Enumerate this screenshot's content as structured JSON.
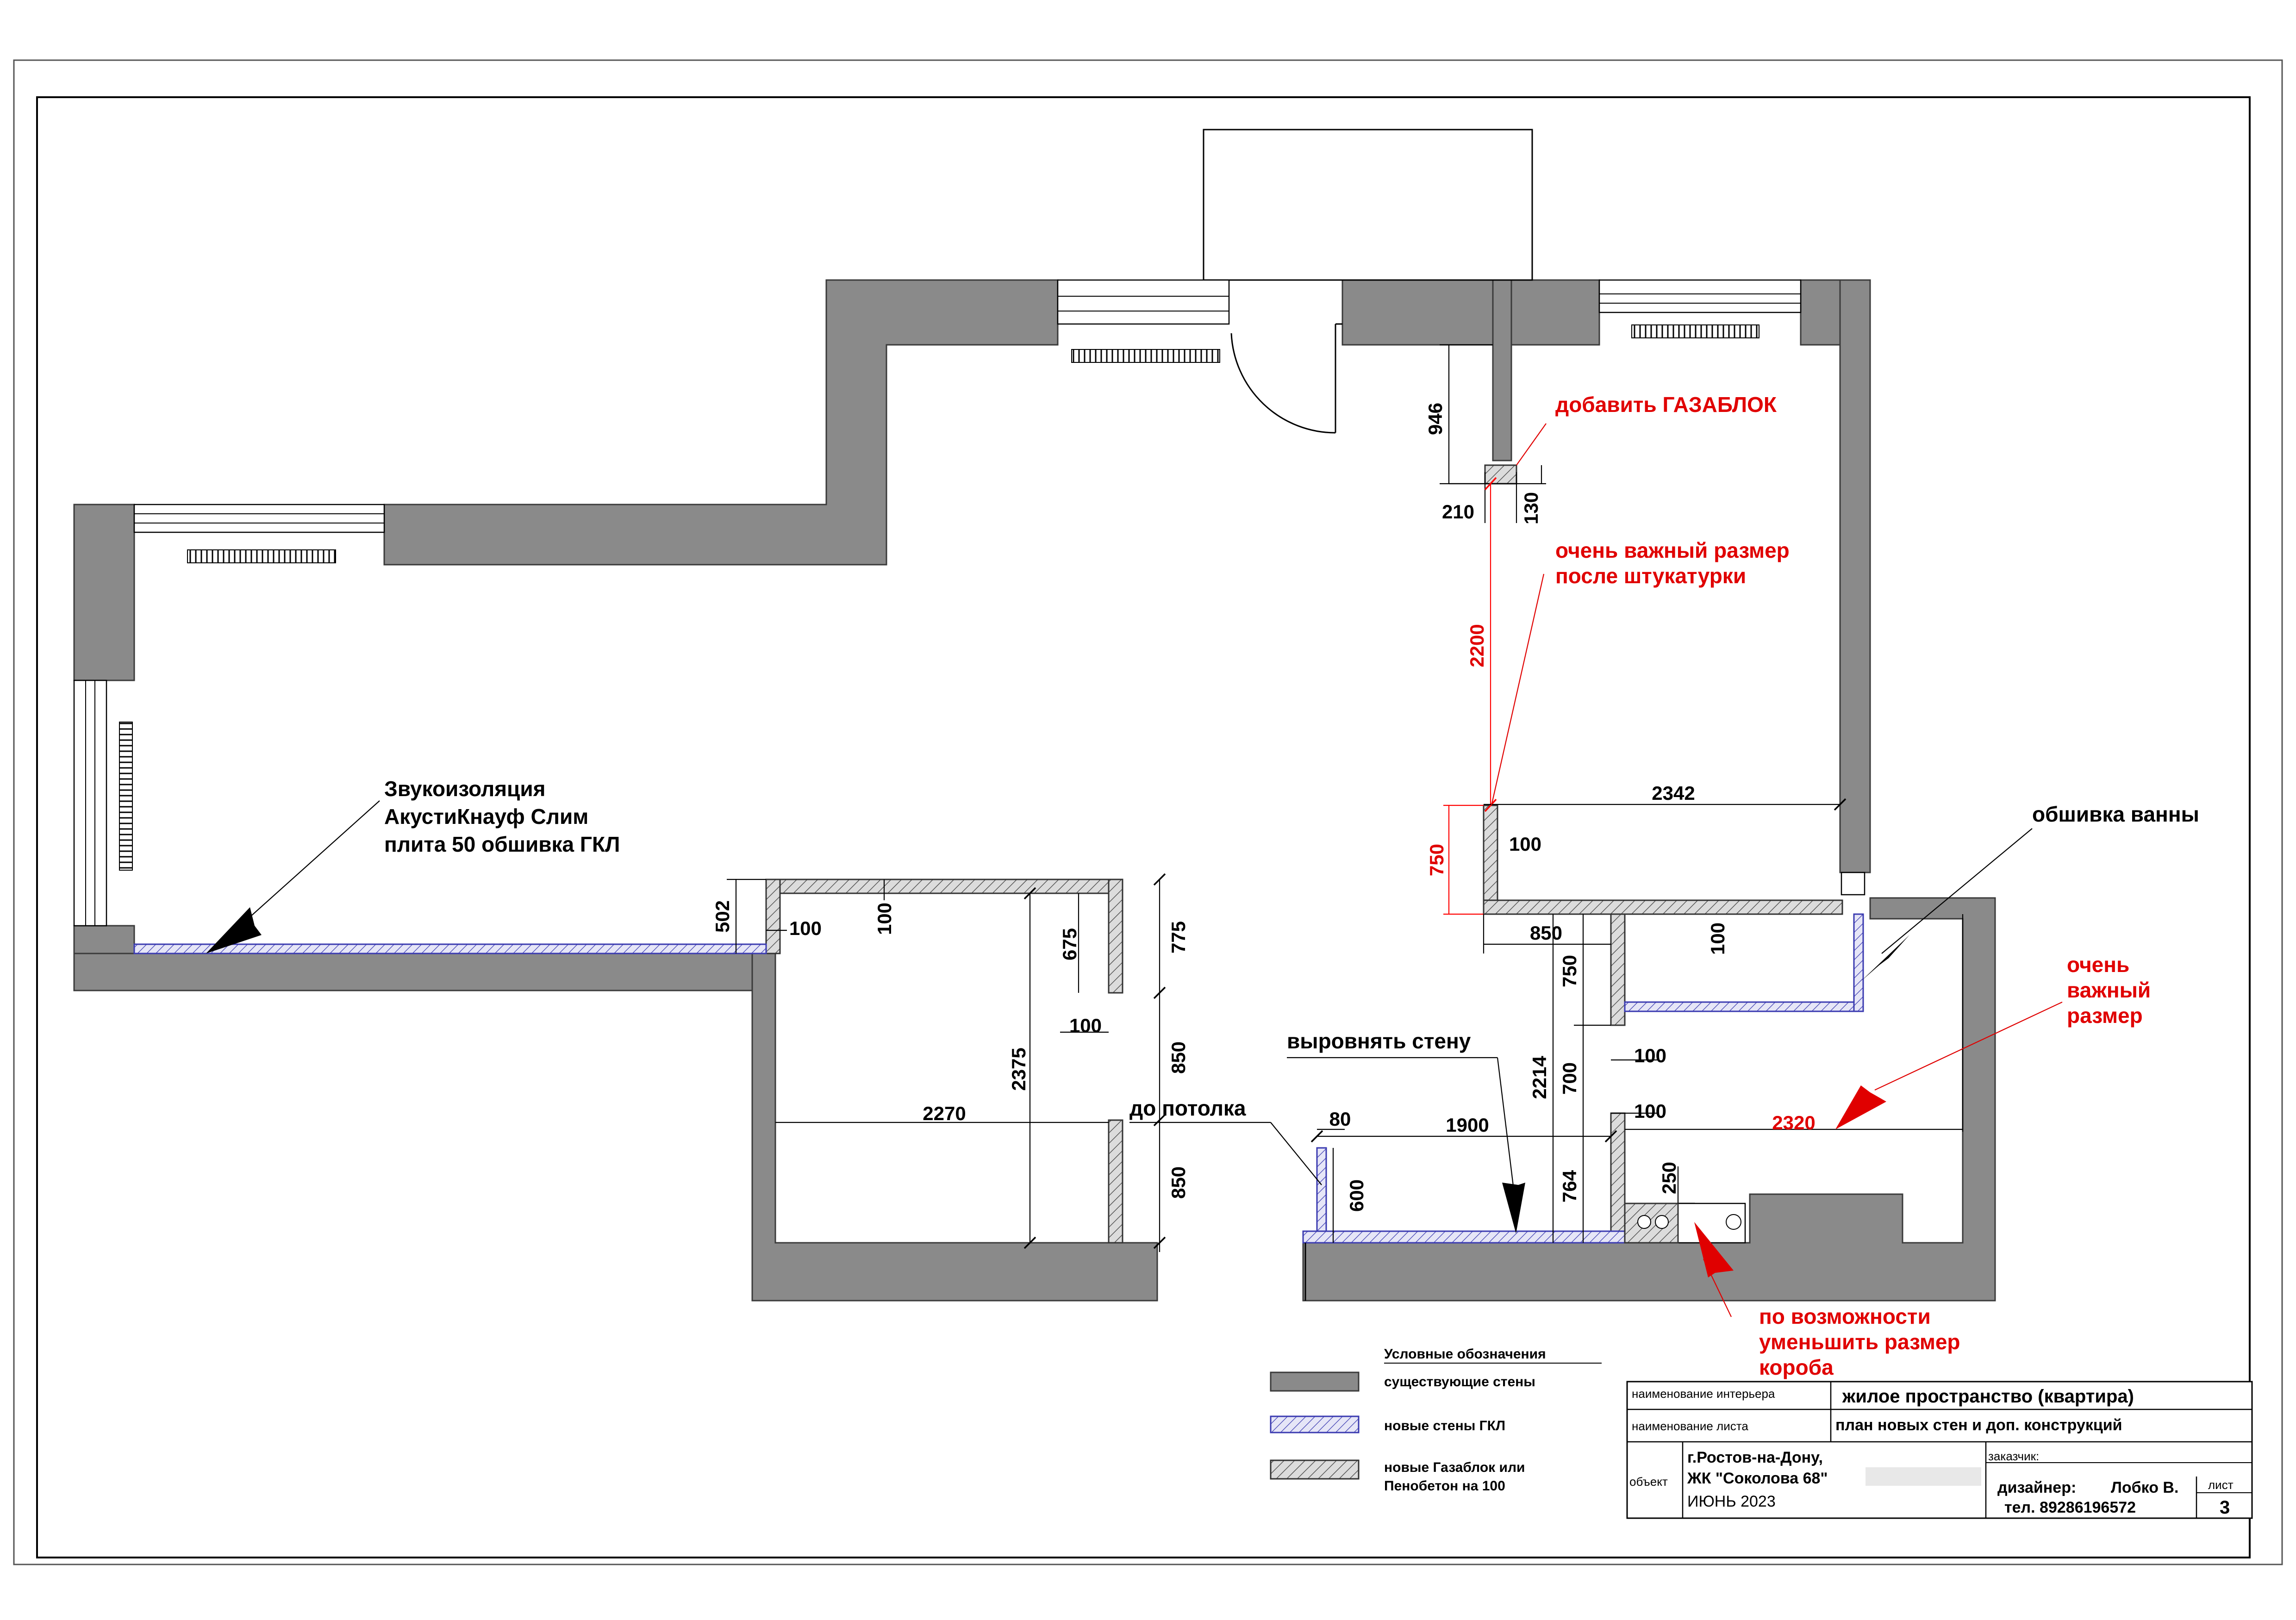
{
  "dimensions": {
    "d946": "946",
    "d210": "210",
    "d130": "130",
    "d2200": "2200",
    "d2342": "2342",
    "d750a": "750",
    "d100a": "100",
    "d850a": "850",
    "d100b": "100",
    "d750b": "750",
    "d100c": "100",
    "d2214": "2214",
    "d700": "700",
    "d100d": "100",
    "d2320": "2320",
    "d1900": "1900",
    "d80": "80",
    "d600": "600",
    "d764": "764",
    "d250": "250",
    "d502": "502",
    "d100e": "100",
    "d100f": "100",
    "d675": "675",
    "d775": "775",
    "d100g": "100",
    "d850b": "850",
    "d2375": "2375",
    "d2270": "2270",
    "d850c": "850"
  },
  "notes": {
    "add_gasblock": "добавить ГАЗАБЛОК",
    "important_size_1": "очень важный размер",
    "important_size_2": "после штукатурки",
    "bath_cover": "обшивка ванны",
    "very_1": "очень",
    "very_2": "важный",
    "very_3": "размер",
    "level_wall": "выровнять стену",
    "to_ceiling": "до потолка",
    "soundproof_1": "Звукоизоляция",
    "soundproof_2": "АкустиКнауф Слим",
    "soundproof_3": "плита 50 обшивка ГКЛ",
    "reduce_1": "по возможности",
    "reduce_2": "уменьшить размер",
    "reduce_3": "короба"
  },
  "legend": {
    "title": "Условные обозначения",
    "existing": "существующие стены",
    "gkl": "новые стены ГКЛ",
    "gas_1": "новые Газаблок или",
    "gas_2": "Пенобетон на 100"
  },
  "title_block": {
    "interior_label": "наименование интерьера",
    "interior_value": "жилое пространство (квартира)",
    "sheet_label": "наименование листа",
    "sheet_value": "план новых стен и доп. конструкций",
    "object_label": "объект",
    "address_1": "г.Ростов-на-Дону,",
    "address_2": "ЖК \"Соколова 68\"",
    "date": "ИЮНЬ 2023",
    "customer_label": "заказчик:",
    "designer": "дизайнер:",
    "designer_name": "Лобко В.",
    "phone": "тел. 89286196572",
    "sheet_no_label": "лист",
    "sheet_no": "3"
  }
}
